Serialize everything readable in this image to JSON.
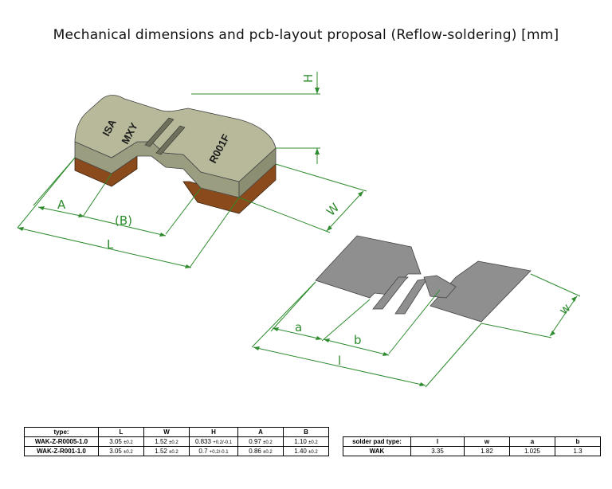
{
  "title": "Mechanical dimensions and pcb-layout proposal (Reflow-soldering) [mm]",
  "colors": {
    "dimension": "#2e8b2e",
    "body_top": "#b7b99a",
    "body_side": "#9b9d80",
    "copper": "#8a4a1c",
    "pad": "#8f8f8f"
  },
  "component": {
    "markings": [
      "ISA",
      "MXY",
      "R001F"
    ],
    "dimension_labels": {
      "H": "H",
      "W": "W",
      "A": "A",
      "B": "(B)",
      "L": "L"
    }
  },
  "pad_layout": {
    "dimension_labels": {
      "a": "a",
      "b": "b",
      "l": "l",
      "w": "w"
    }
  },
  "dimensions_table": {
    "headers": [
      "type:",
      "L",
      "W",
      "H",
      "A",
      "B"
    ],
    "rows": [
      {
        "type": "WAK-Z-R0005-1.0",
        "L": "3.05",
        "L_tol": "±0.2",
        "W": "1.52",
        "W_tol": "±0.2",
        "H": "0.833",
        "H_tol": "+0.2/-0.1",
        "A": "0.97",
        "A_tol": "±0.2",
        "B": "1.10",
        "B_tol": "±0.2"
      },
      {
        "type": "WAK-Z-R001-1.0",
        "L": "3.05",
        "L_tol": "±0.2",
        "W": "1.52",
        "W_tol": "±0.2",
        "H": "0.7",
        "H_tol": "+0.2/-0.1",
        "A": "0.86",
        "A_tol": "±0.2",
        "B": "1.40",
        "B_tol": "±0.2"
      }
    ]
  },
  "pad_table": {
    "headers": [
      "solder pad type:",
      "l",
      "w",
      "a",
      "b"
    ],
    "rows": [
      {
        "type": "WAK",
        "l": "3.35",
        "w": "1.82",
        "a": "1.025",
        "b": "1.3"
      }
    ]
  }
}
